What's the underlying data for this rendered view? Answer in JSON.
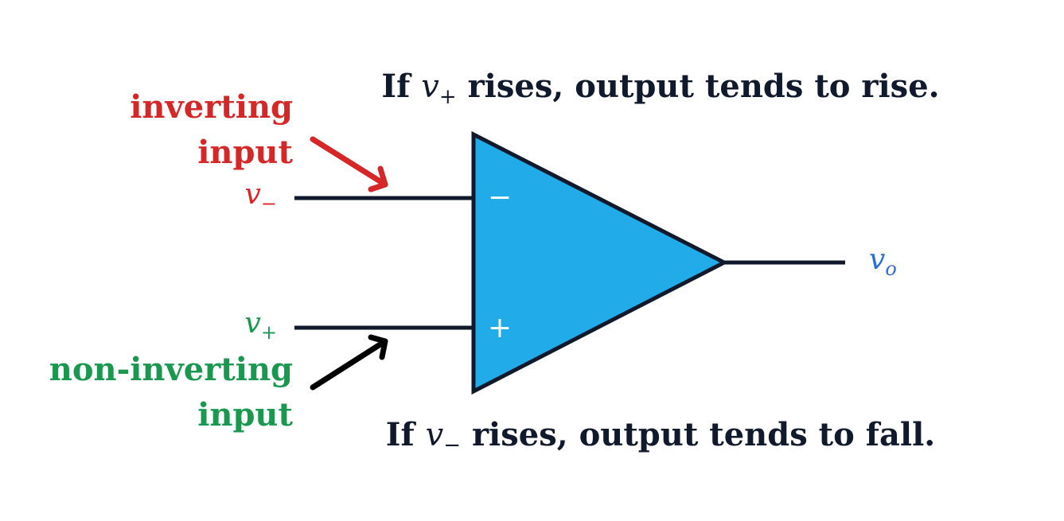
{
  "captions": {
    "top": {
      "prefix": "If ",
      "var": "v",
      "sub": "+",
      "suffix": " rises, output tends to rise."
    },
    "bottom": {
      "prefix": "If ",
      "var": "v",
      "sub": "−",
      "suffix": " rises, output tends to fall."
    }
  },
  "labels": {
    "inverting": {
      "line1": "inverting",
      "line2": "input",
      "color": "#d62728"
    },
    "noninverting": {
      "line1": "non-inverting",
      "line2": "input",
      "color": "#1a9850"
    }
  },
  "terminals": {
    "v_minus": {
      "var": "v",
      "sub": "−",
      "color": "#d62728"
    },
    "v_plus": {
      "var": "v",
      "sub": "+",
      "color": "#1a9850"
    },
    "v_out": {
      "var": "v",
      "sub": "o",
      "color": "#2b6fd6"
    }
  },
  "opamp": {
    "fill": "#22abe9",
    "stroke": "#111a2c",
    "minus_sign": "−",
    "plus_sign": "+"
  },
  "colors": {
    "ink": "#111a2c",
    "arrow_inverting": "#d62728",
    "arrow_noninverting": "#000000"
  }
}
